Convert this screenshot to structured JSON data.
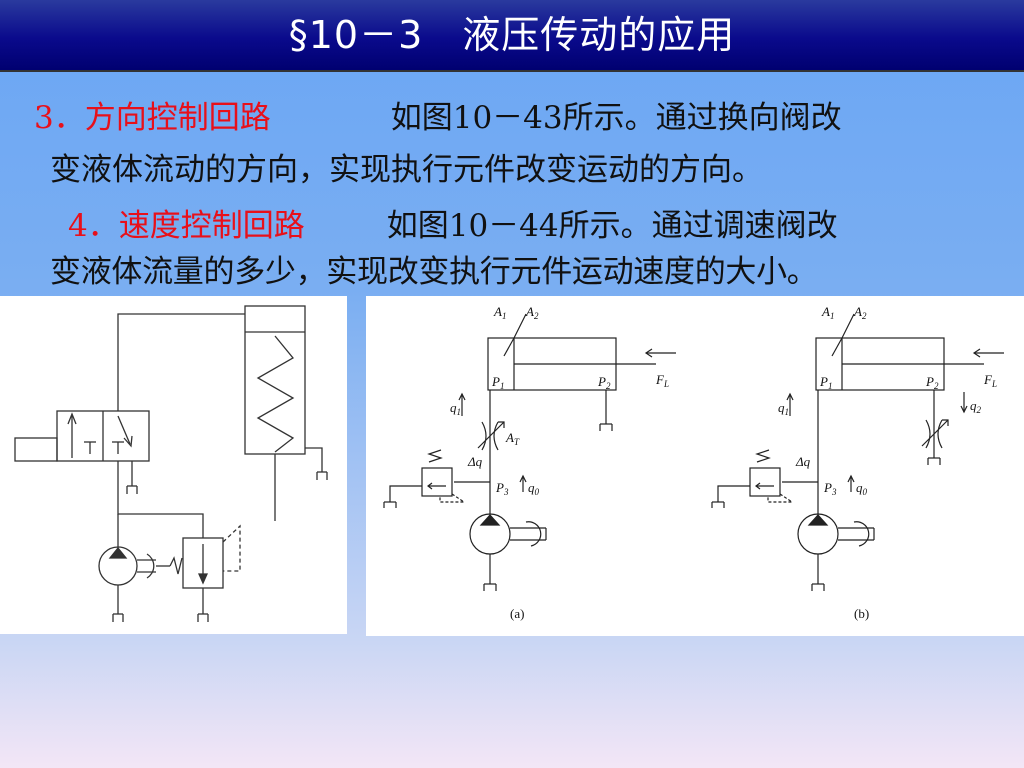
{
  "slide": {
    "title": "§10－3　液压传动的应用",
    "item3_heading": "3．方向控制回路",
    "item3_text_a": "如图10－43所示。通过换向阀改",
    "item3_text_b": "变液体流动的方向，实现执行元件改变运动的方向。",
    "item4_heading": "4．速度控制回路",
    "item4_text_a": "如图10－44所示。通过调速阀改",
    "item4_text_b": "变液体流量的多少，实现改变执行元件运动速度的大小。"
  },
  "colors": {
    "title_bg": "#0a0a8c",
    "heading_red": "#e8101a"
  },
  "figure_right": {
    "a": {
      "A1": "A",
      "A1_sub": "1",
      "A2": "A",
      "A2_sub": "2",
      "P1": "P",
      "P1_sub": "1",
      "P2": "P",
      "P2_sub": "2",
      "FL": "F",
      "FL_sub": "L",
      "q1": "q",
      "q1_sub": "1",
      "AT": "A",
      "AT_sub": "T",
      "dq": "Δq",
      "P3": "P",
      "P3_sub": "3",
      "q0": "q",
      "q0_sub": "0",
      "caption": "(a)"
    },
    "b": {
      "A1": "A",
      "A1_sub": "1",
      "A2": "A",
      "A2_sub": "2",
      "P1": "P",
      "P1_sub": "1",
      "P2": "P",
      "P2_sub": "2",
      "FL": "F",
      "FL_sub": "L",
      "q1": "q",
      "q1_sub": "1",
      "q2": "q",
      "q2_sub": "2",
      "dq": "Δq",
      "P3": "P",
      "P3_sub": "3",
      "q0": "q",
      "q0_sub": "0",
      "caption": "(b)"
    }
  }
}
